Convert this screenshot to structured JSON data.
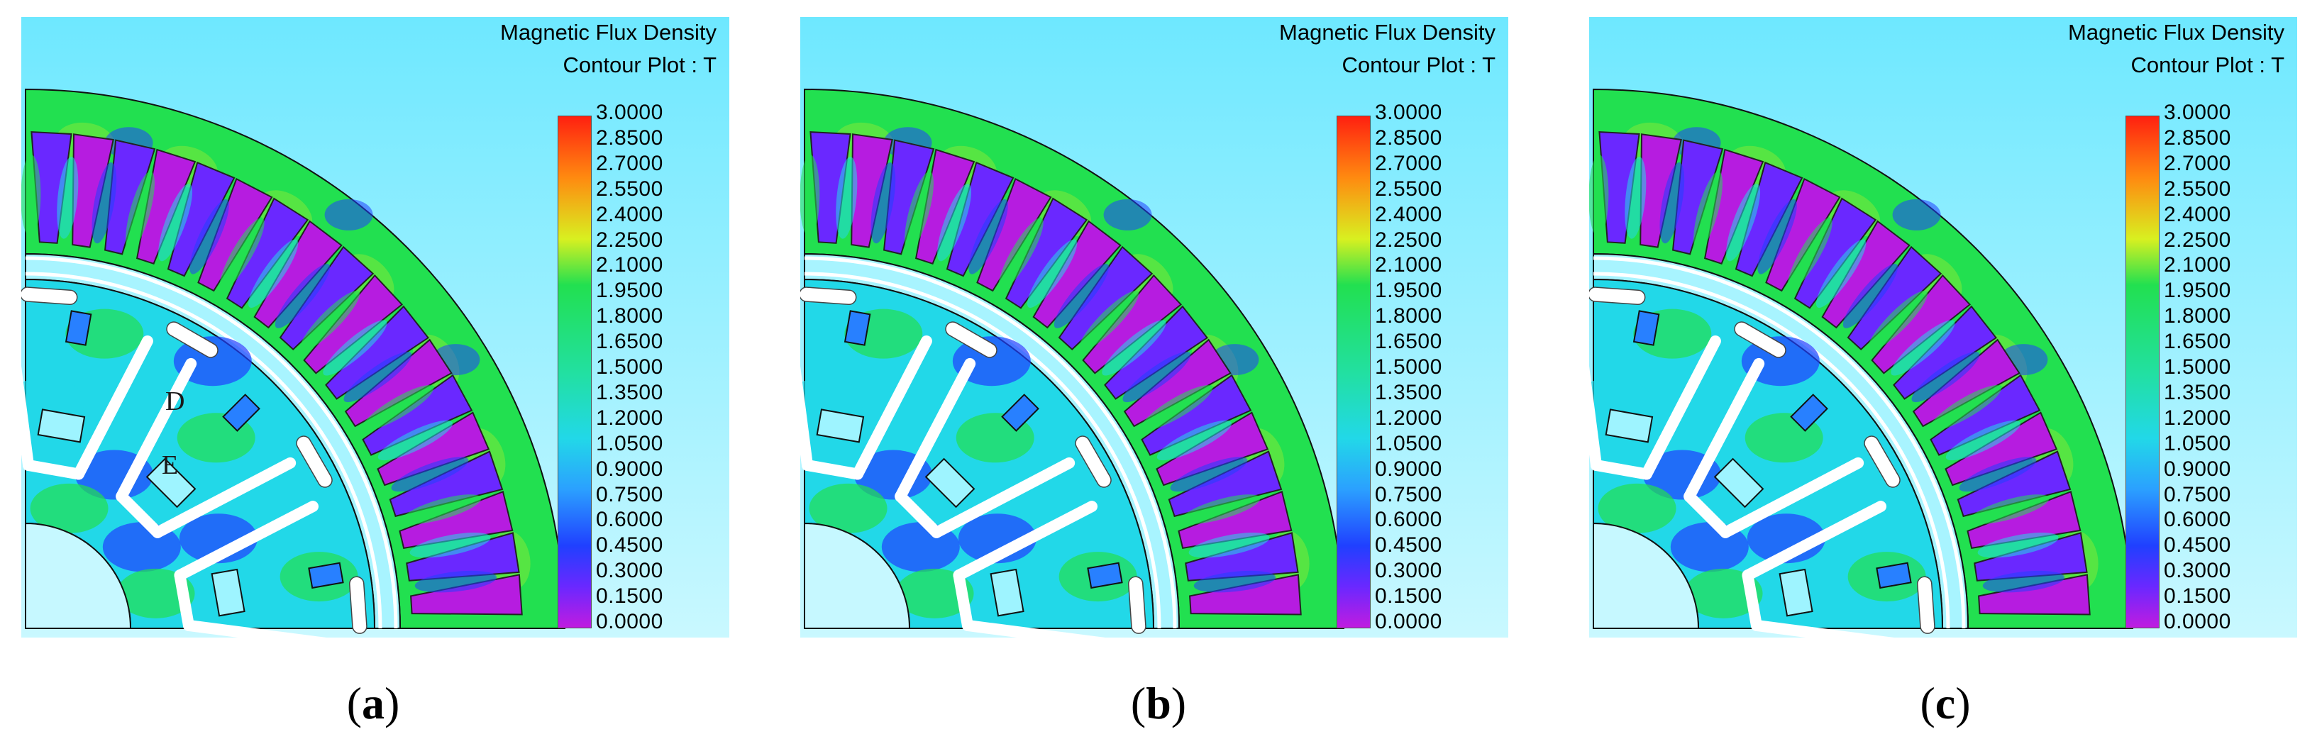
{
  "colors": {
    "background": "#8fefff",
    "blue": "#2040ff",
    "cyan": "#22d8e8",
    "green": "#22e050",
    "magenta": "#b61ce0",
    "violet": "#6a28ff",
    "air": "#a8f4ff",
    "yellow": "#d8f020"
  },
  "panels": [
    {
      "id": "a",
      "title_line1": "Magnetic Flux Density",
      "title_line2": "Contour Plot : T",
      "caption_letter": "a",
      "markers": [
        "D",
        "E"
      ]
    },
    {
      "id": "b",
      "title_line1": "Magnetic Flux Density",
      "title_line2": "Contour Plot : T",
      "caption_letter": "b",
      "markers": []
    },
    {
      "id": "c",
      "title_line1": "Magnetic Flux Density",
      "title_line2": "Contour Plot : T",
      "caption_letter": "c",
      "markers": []
    }
  ],
  "colorbar": {
    "ticks": [
      "3.0000",
      "2.8500",
      "2.7000",
      "2.5500",
      "2.4000",
      "2.2500",
      "2.1000",
      "1.9500",
      "1.8000",
      "1.6500",
      "1.5000",
      "1.3500",
      "1.2000",
      "1.0500",
      "0.9000",
      "0.7500",
      "0.6000",
      "0.4500",
      "0.3000",
      "0.1500",
      "0.0000"
    ]
  }
}
